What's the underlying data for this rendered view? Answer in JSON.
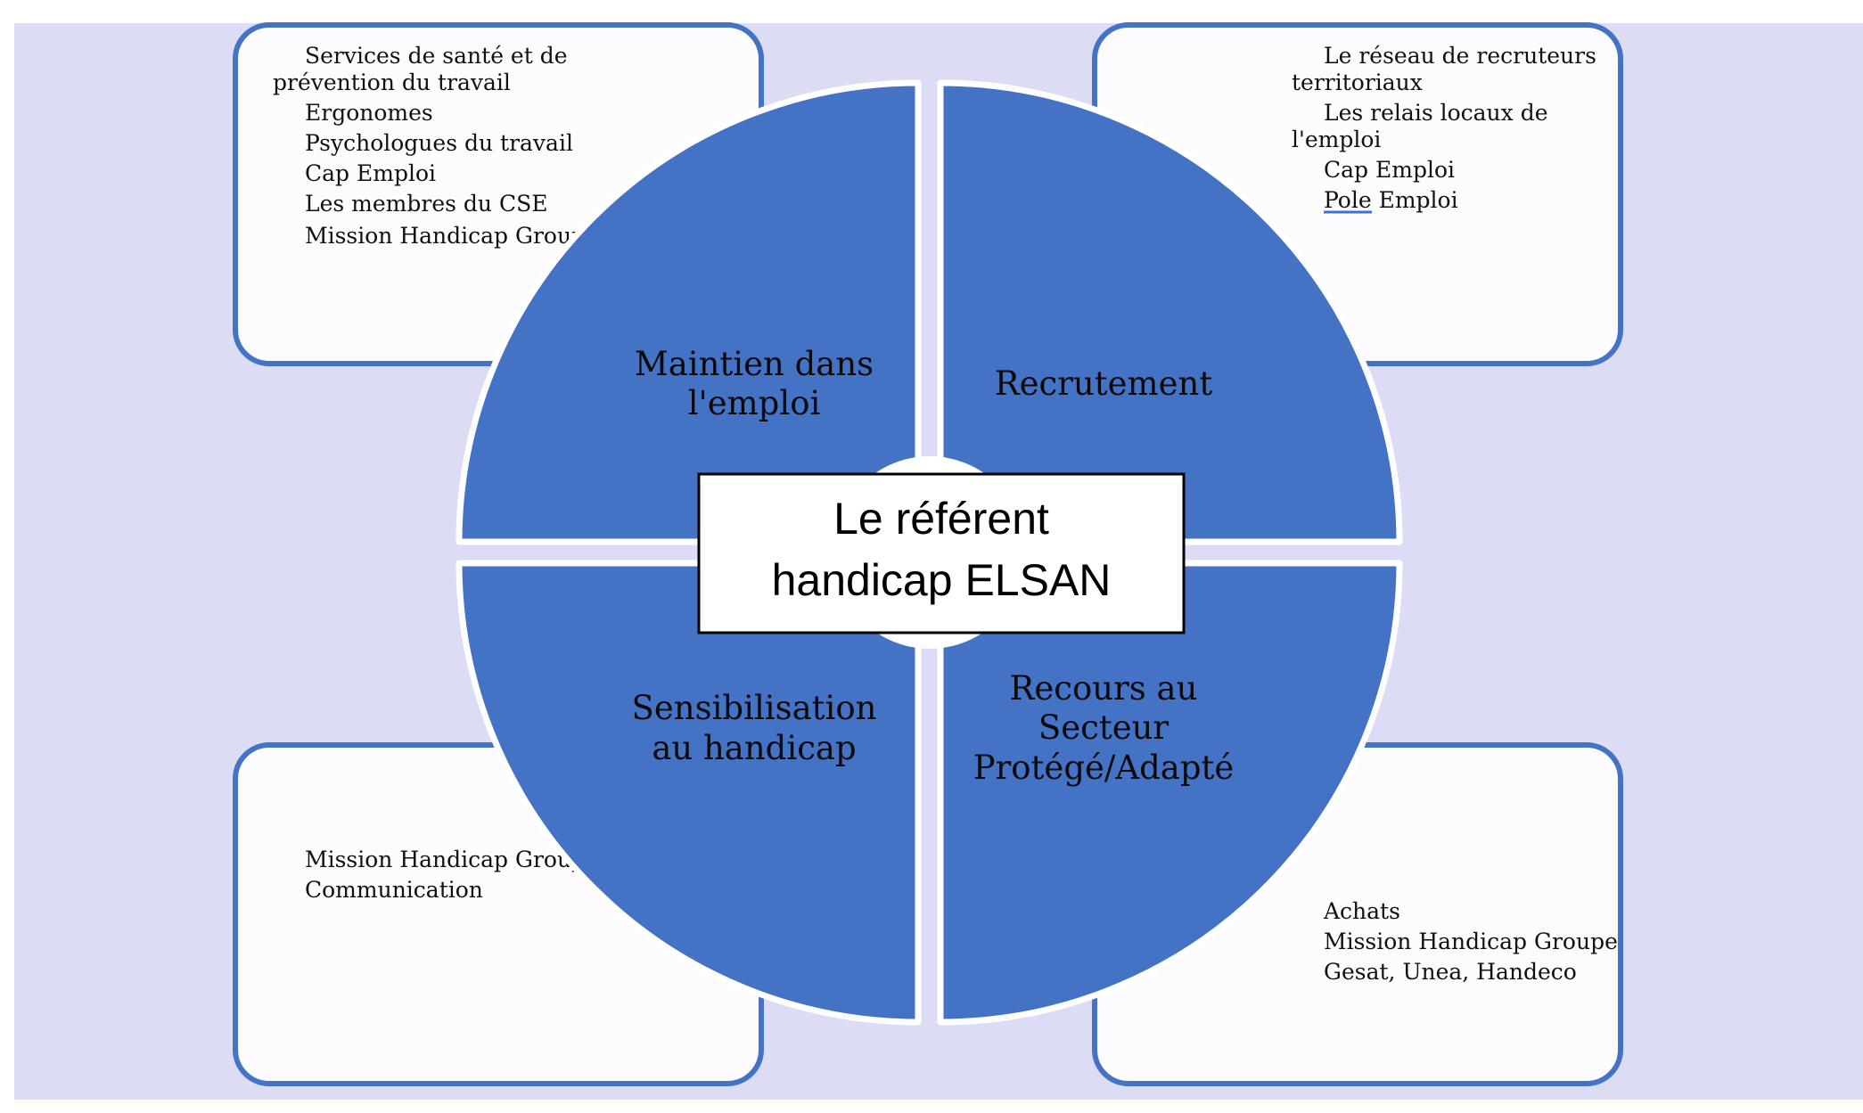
{
  "colors": {
    "background": "#dcdcf5",
    "quadrant_fill": "#4472c4",
    "panel_border": "#4472c4",
    "panel_fill": "#fcfcff",
    "spell_underline": "#3a6fe0"
  },
  "center": {
    "line1": "Le référent",
    "line2": "handicap ELSAN"
  },
  "quadrants": {
    "top_left": {
      "line1": "Maintien dans",
      "line2": "l'emploi"
    },
    "top_right": {
      "line1": "Recrutement"
    },
    "bottom_left": {
      "line1": "Sensibilisation",
      "line2": "au handicap"
    },
    "bottom_right": {
      "line1": "Recours au",
      "line2": "Secteur",
      "line3": "Protégé/Adapté"
    }
  },
  "panels": {
    "top_left": {
      "lines": [
        "Services de santé et de",
        "prévention du travail",
        "Ergonomes",
        "Psychologues du travail",
        "Cap Emploi",
        "Les membres du CSE",
        "Mission Handicap Group"
      ]
    },
    "top_right": {
      "lines": [
        "Le réseau de recruteurs",
        "territoriaux",
        "Les relais locaux de",
        "l'emploi",
        "Cap Emploi",
        "Pole Emploi"
      ]
    },
    "bottom_left": {
      "lines": [
        "Mission Handicap Group",
        "Communication"
      ]
    },
    "bottom_right": {
      "lines": [
        "Achats",
        "Mission Handicap Groupe",
        "Gesat, Unea, Handeco"
      ]
    }
  }
}
